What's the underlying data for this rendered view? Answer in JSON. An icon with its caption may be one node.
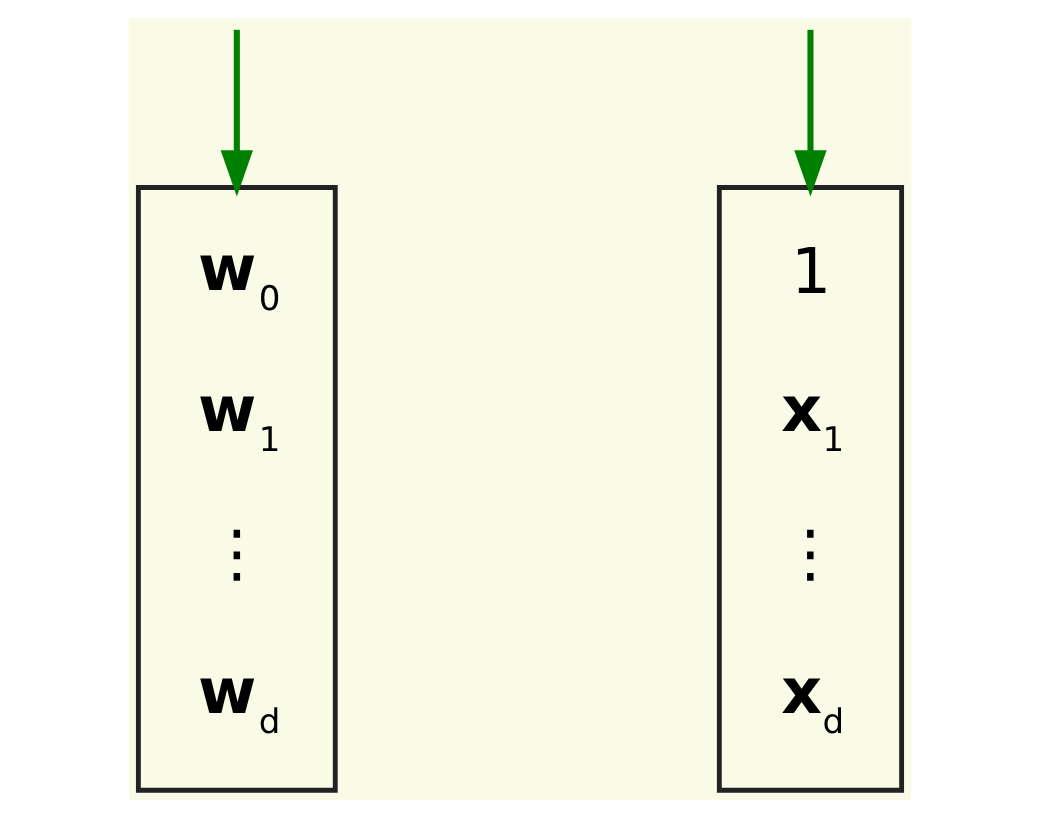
{
  "diagram": {
    "nodes": [
      {
        "text": [
          "**w**$_{0}$",
          "**w**$_{1}$",
          "⋮",
          "**w**$_{d}$"
        ]
      },
      {
        "text": [
          "1",
          "**x**$_{1}$",
          "⋮",
          "**x**$_{d}$"
        ]
      }
    ],
    "edges": [
      {
        "from": null,
        "to": 0,
        "arrow": "to",
        "color": "#008000"
      },
      {
        "from": null,
        "to": 1,
        "arrow": "to",
        "color": "#008000"
      }
    ]
  }
}
